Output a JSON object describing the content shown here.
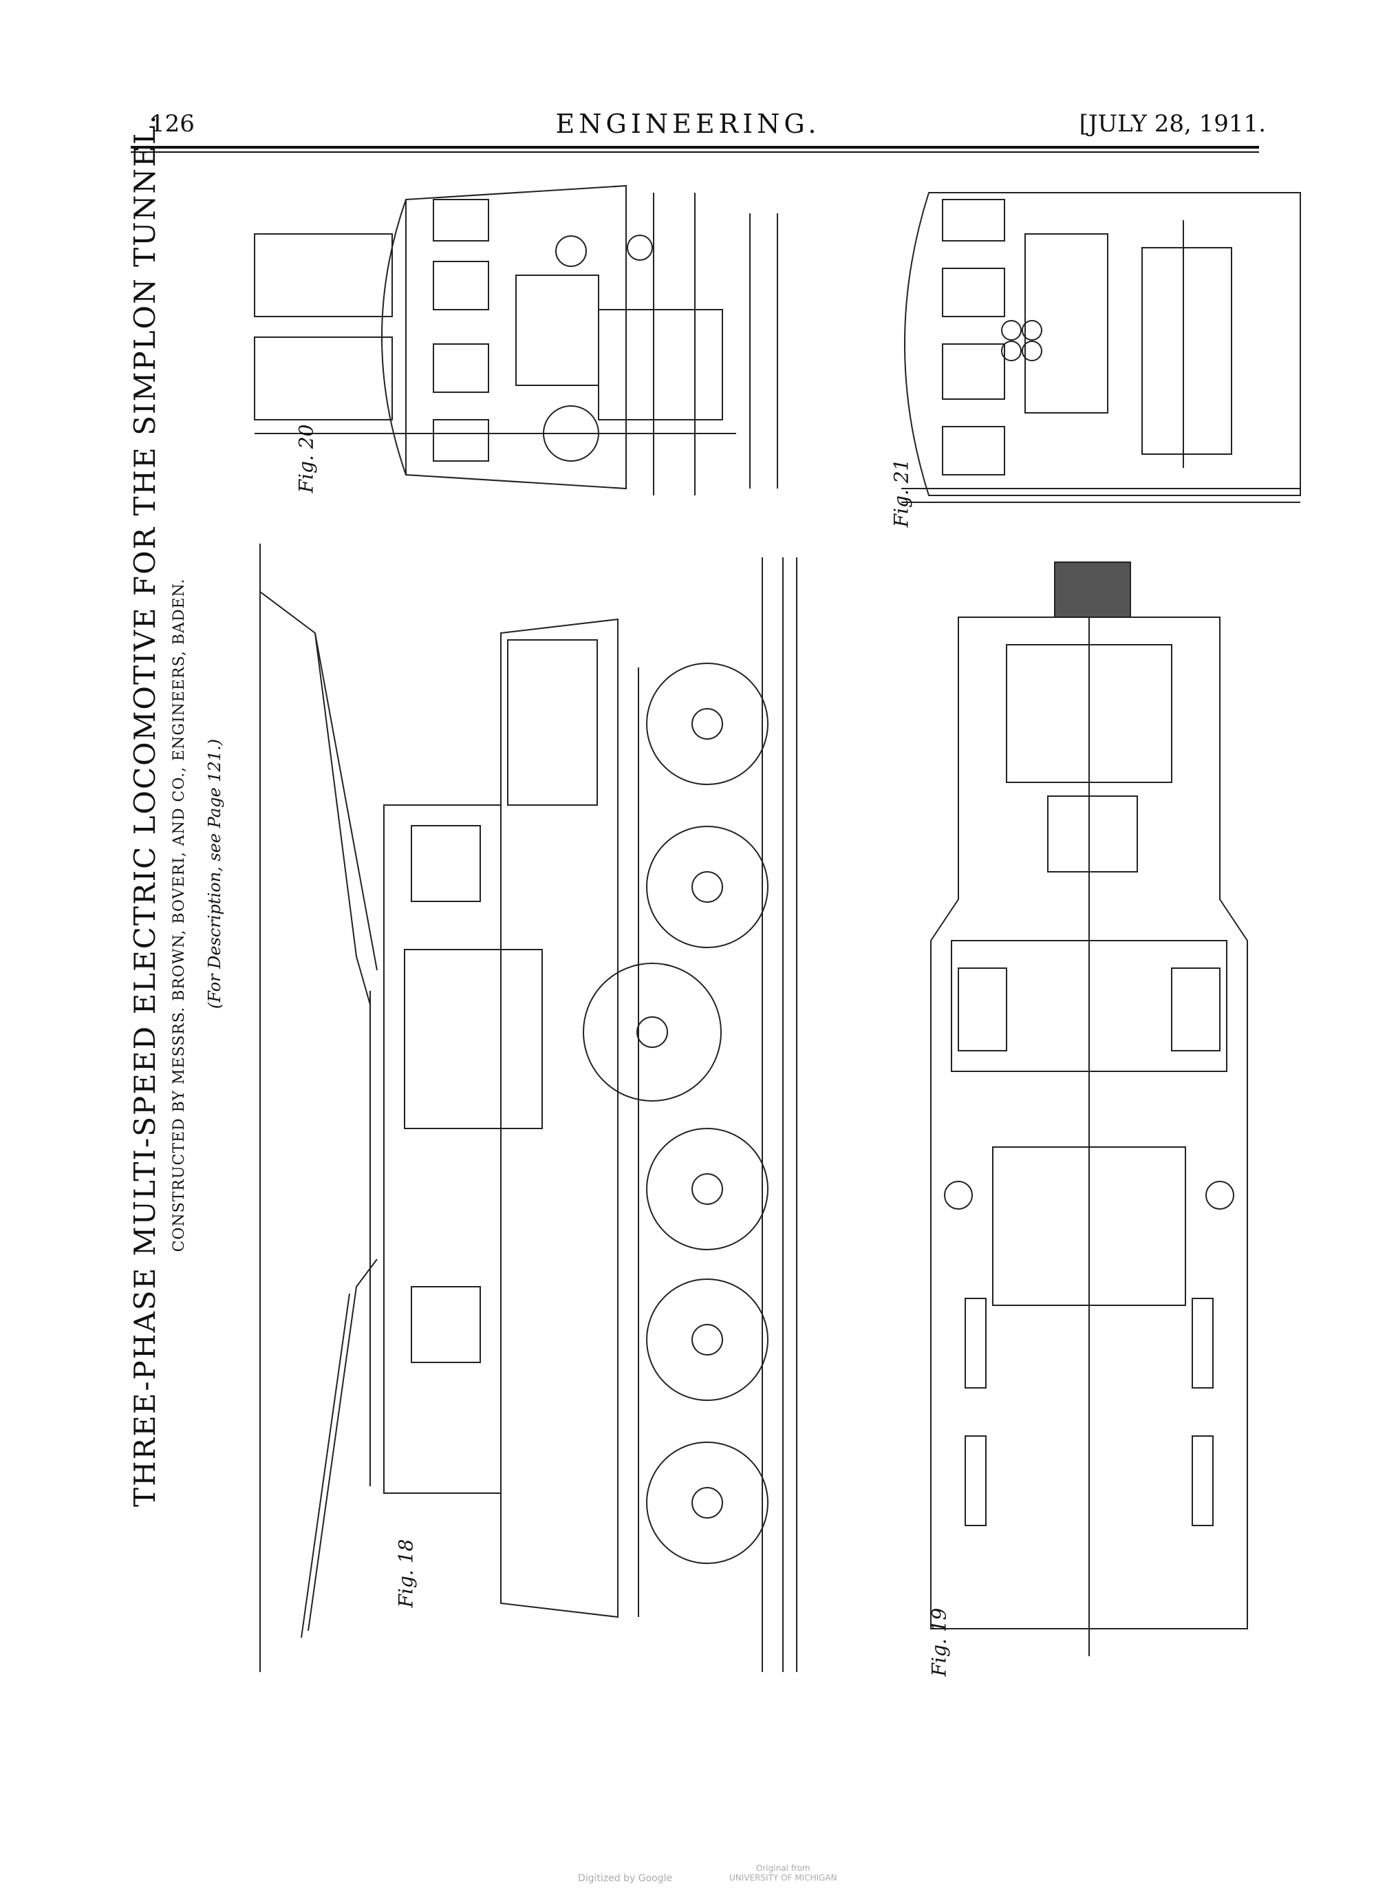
{
  "header": {
    "page_number": "126",
    "journal": "ENGINEERING.",
    "date": "[JULY 28, 1911."
  },
  "article": {
    "title": "THREE-PHASE MULTI-SPEED ELECTRIC LOCOMOTIVE FOR THE SIMPLON TUNNEL.",
    "subtitle": "CONSTRUCTED BY MESSRS. BROWN, BOVERI, AND CO., ENGINEERS, BADEN.",
    "description_ref": "(For Description, see Page 121.)"
  },
  "figures": [
    {
      "label": "Fig. 20"
    },
    {
      "label": "Fig. 21"
    },
    {
      "label": "Fig. 18"
    },
    {
      "label": "Fig. 19"
    }
  ],
  "footer": {
    "digitized": "Digitized by Google",
    "original_line1": "Original from",
    "original_line2": "UNIVERSITY OF MICHIGAN"
  }
}
